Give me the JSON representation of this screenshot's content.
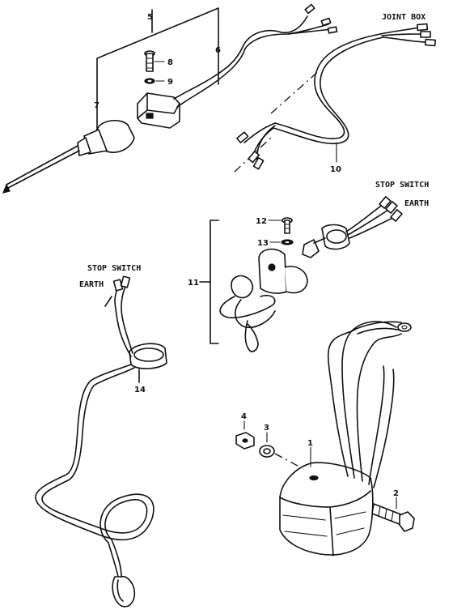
{
  "text_labels": {
    "joint_box": "JOINT BOX",
    "stop_switch_1": "STOP SWITCH",
    "earth_1": "EARTH",
    "stop_switch_2": "STOP SWITCH",
    "earth_2": "EARTH"
  },
  "callouts": {
    "c1": "1",
    "c2": "2",
    "c3": "3",
    "c4": "4",
    "c5": "5",
    "c6": "6",
    "c7": "7",
    "c8": "8",
    "c9": "9",
    "c10": "10",
    "c11": "11",
    "c12": "12",
    "c13": "13",
    "c14": "14"
  }
}
